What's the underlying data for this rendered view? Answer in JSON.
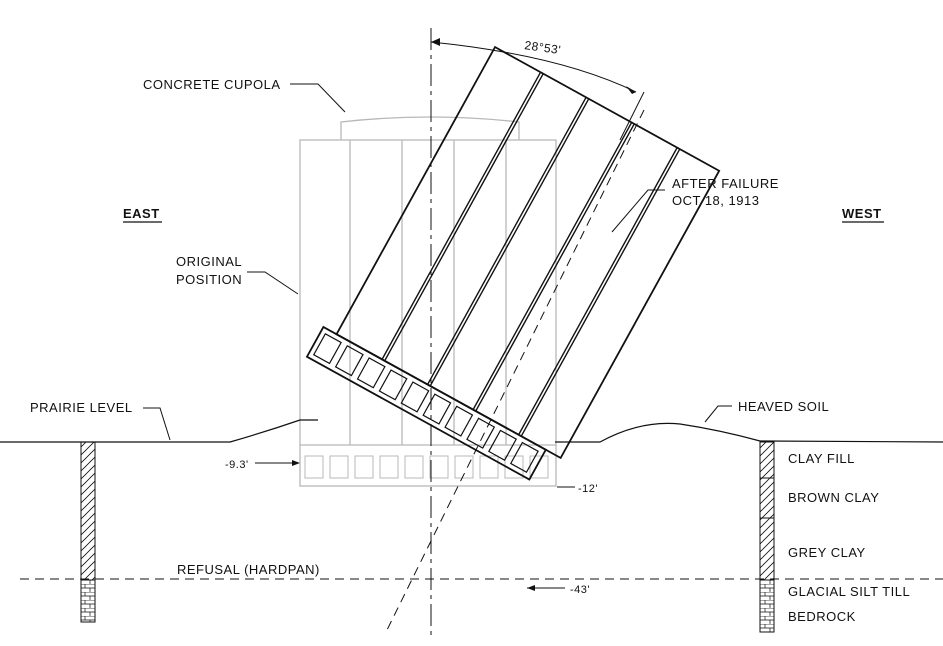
{
  "labels": {
    "angle": "28°53'",
    "cupola": "CONCRETE CUPOLA",
    "after_failure_1": "AFTER FAILURE",
    "after_failure_2": "OCT 18, 1913",
    "east": "EAST",
    "west": "WEST",
    "original_1": "ORIGINAL",
    "original_2": "POSITION",
    "prairie": "PRAIRIE LEVEL",
    "heaved": "HEAVED SOIL",
    "refusal": "REFUSAL (HARDPAN)",
    "elev_93": "-9.3'",
    "elev_12": "-12'",
    "elev_43": "-43'"
  },
  "soil_layers": [
    "CLAY FILL",
    "BROWN CLAY",
    "GREY CLAY",
    "GLACIAL SILT TILL",
    "BEDROCK"
  ],
  "colors": {
    "ink": "#111111",
    "ghost": "#b8b8b8",
    "background": "#ffffff"
  }
}
